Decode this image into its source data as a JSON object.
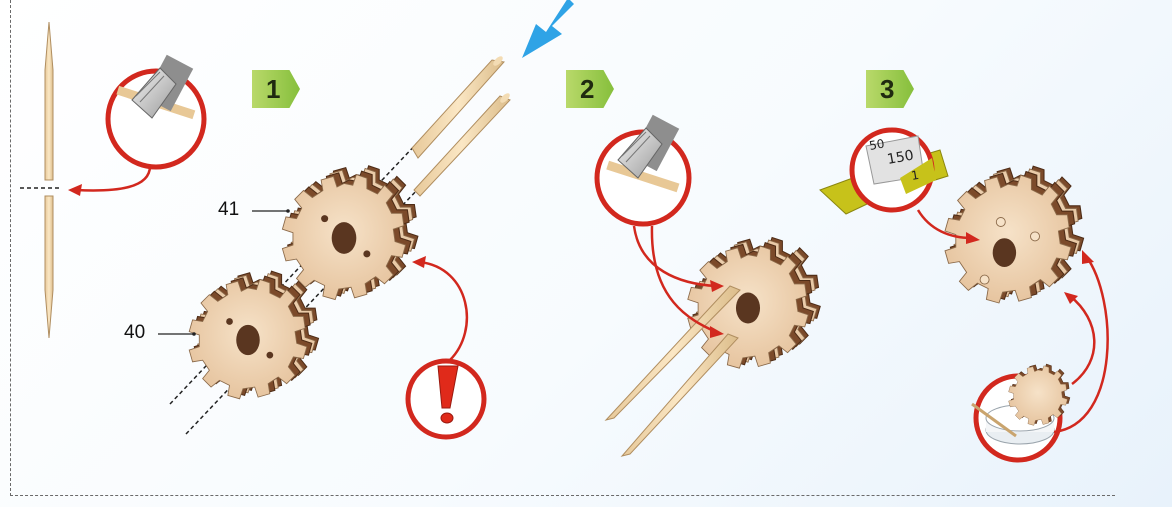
{
  "steps": [
    {
      "number": "1"
    },
    {
      "number": "2"
    },
    {
      "number": "3"
    }
  ],
  "callouts": {
    "part_41": "41",
    "part_40": "40"
  },
  "sandpaper": {
    "grit_top": "150",
    "grit_edge_left": "50",
    "grit_edge_right": "1"
  },
  "colors": {
    "step_badge": "#86bf3c",
    "callout_ring": "#d2281e",
    "arrow": "#d2281e",
    "wood_light": "#efd2b0",
    "wood_dark": "#7b4a2a",
    "insert_arrow": "#2fa3e6",
    "sandpaper": "#c7c21a"
  },
  "icons": [
    "knife-icon",
    "warning-exclamation-icon",
    "sandpaper-icon",
    "glue-dish-icon",
    "insert-arrow-icon",
    "toothpick-icon"
  ]
}
